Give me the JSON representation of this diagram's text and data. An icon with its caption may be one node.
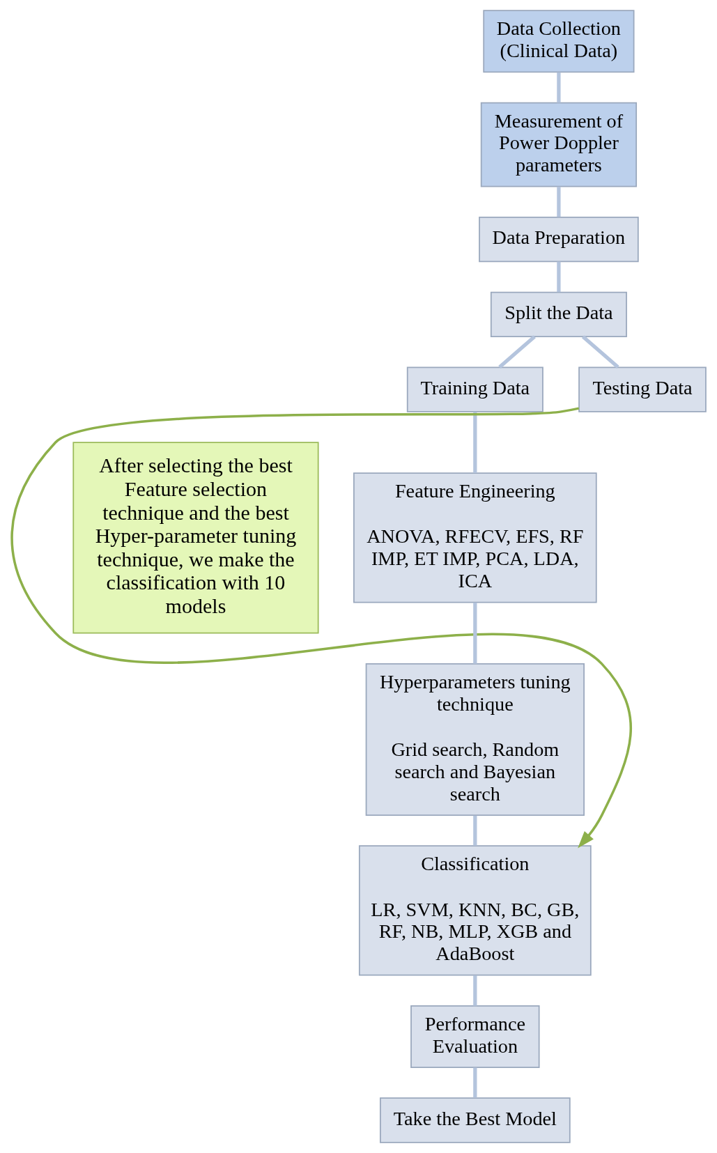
{
  "diagram": {
    "nodes": [
      {
        "text": [
          "Data Collection (Clinical Data)"
        ]
      },
      {
        "text": [
          "Measurement of Power Doppler parameters"
        ]
      },
      {
        "text": [
          "Data Preparation"
        ]
      },
      {
        "text": [
          "Split the Data"
        ]
      },
      {
        "text": [
          "Training Data"
        ]
      },
      {
        "text": [
          "Testing Data"
        ]
      },
      {
        "text": [
          "Feature Engineering",
          "ANOVA, RFECV, EFS, RF IMP, ET IMP, PCA, LDA, ICA"
        ]
      },
      {
        "text": [
          "Hyperparameters tuning technique",
          "Grid search, Random search and Bayesian search"
        ]
      },
      {
        "text": [
          "Classification",
          "LR, SVM, KNN, BC, GB, RF, NB, MLP, XGB and AdaBoost"
        ]
      },
      {
        "text": [
          "Performance Evaluation"
        ]
      },
      {
        "text": [
          "Take the Best Model"
        ]
      },
      {
        "text": [
          "After selecting the best Feature selection technique and the best Hyper-parameter tuning technique, we make the classification with 10 models"
        ]
      }
    ],
    "edges": [
      {
        "from": 0,
        "to": 1,
        "arrow": "none"
      },
      {
        "from": 1,
        "to": 2,
        "arrow": "none"
      },
      {
        "from": 2,
        "to": 3,
        "arrow": "none"
      },
      {
        "from": 3,
        "to": 4,
        "arrow": "none"
      },
      {
        "from": 3,
        "to": 5,
        "arrow": "none"
      },
      {
        "from": 4,
        "to": 6,
        "arrow": "none"
      },
      {
        "from": 6,
        "to": 7,
        "arrow": "none"
      },
      {
        "from": 7,
        "to": 8,
        "arrow": "none"
      },
      {
        "from": 8,
        "to": 9,
        "arrow": "none"
      },
      {
        "from": 9,
        "to": 10,
        "arrow": "none"
      },
      {
        "from": 5,
        "to": 8,
        "arrow": "to",
        "color": "#8db04a"
      }
    ]
  }
}
